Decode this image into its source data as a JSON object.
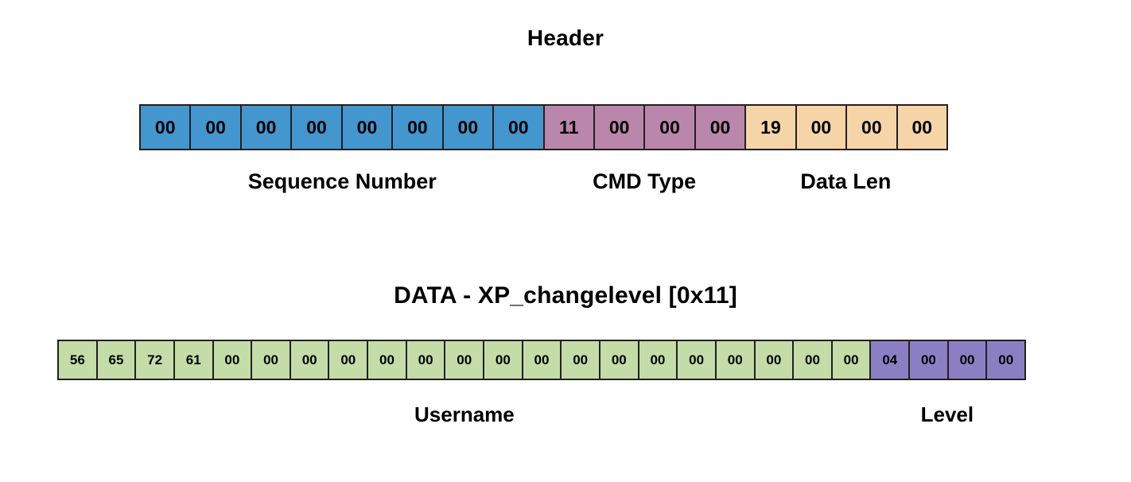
{
  "header": {
    "title": "Header",
    "fields": [
      {
        "name": "Sequence Number",
        "color": "#4496cf",
        "style": "fld-seq",
        "bytes": [
          "00",
          "00",
          "00",
          "00",
          "00",
          "00",
          "00",
          "00"
        ]
      },
      {
        "name": "CMD Type",
        "color": "#ba86ac",
        "style": "fld-cmd",
        "bytes": [
          "11",
          "00",
          "00",
          "00"
        ]
      },
      {
        "name": "Data Len",
        "color": "#f5d4a8",
        "style": "fld-len",
        "bytes": [
          "19",
          "00",
          "00",
          "00"
        ]
      }
    ]
  },
  "data": {
    "title": "DATA - XP_changelevel [0x11]",
    "fields": [
      {
        "name": "Username",
        "color": "#c3dca8",
        "style": "fld-user",
        "bytes": [
          "56",
          "65",
          "72",
          "61",
          "00",
          "00",
          "00",
          "00",
          "00",
          "00",
          "00",
          "00",
          "00",
          "00",
          "00",
          "00",
          "00",
          "00",
          "00",
          "00",
          "00"
        ]
      },
      {
        "name": "Level",
        "color": "#8b7fc4",
        "style": "fld-level",
        "bytes": [
          "04",
          "00",
          "00",
          "00"
        ]
      }
    ]
  }
}
